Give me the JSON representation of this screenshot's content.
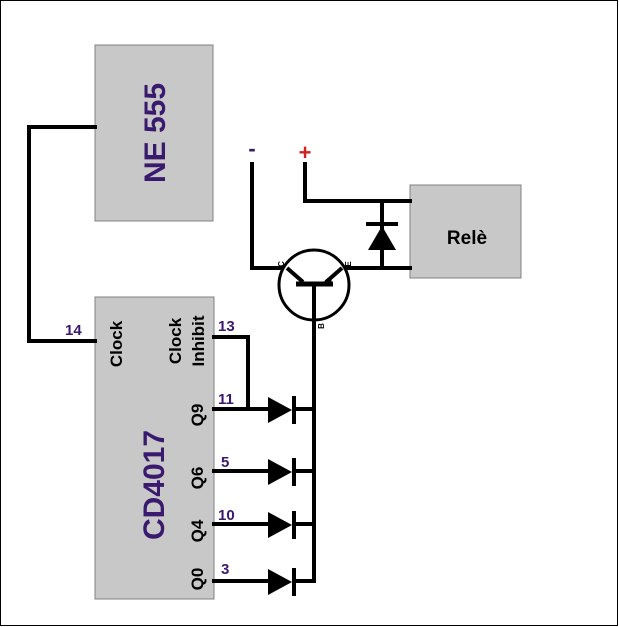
{
  "diagram": {
    "ne555": {
      "label": "NE 555"
    },
    "cd4017": {
      "label": "CD4017",
      "pin_clock": "Clock",
      "pin_clock_inhibit_1": "Clock",
      "pin_clock_inhibit_2": "Inhibit",
      "pin_q9": "Q9",
      "pin_q6": "Q6",
      "pin_q4": "Q4",
      "pin_q0": "Q0"
    },
    "pin_numbers": {
      "clock": "14",
      "clock_inhibit": "13",
      "q9": "11",
      "q6": "5",
      "q4": "10",
      "q0": "3"
    },
    "relay": {
      "label": "Relè"
    },
    "supply": {
      "negative": "-",
      "positive": "+"
    },
    "transistor": {
      "collector": "C",
      "emitter": "E",
      "base": "B"
    },
    "colors": {
      "chip_fill": "#c8c8c8",
      "chip_stroke": "#808080",
      "chip_text": "#3a1a6e",
      "pin_number_text": "#3a1a6e",
      "wire": "#000000",
      "negative": "#3a1a6e",
      "positive": "#d21f1f"
    }
  }
}
